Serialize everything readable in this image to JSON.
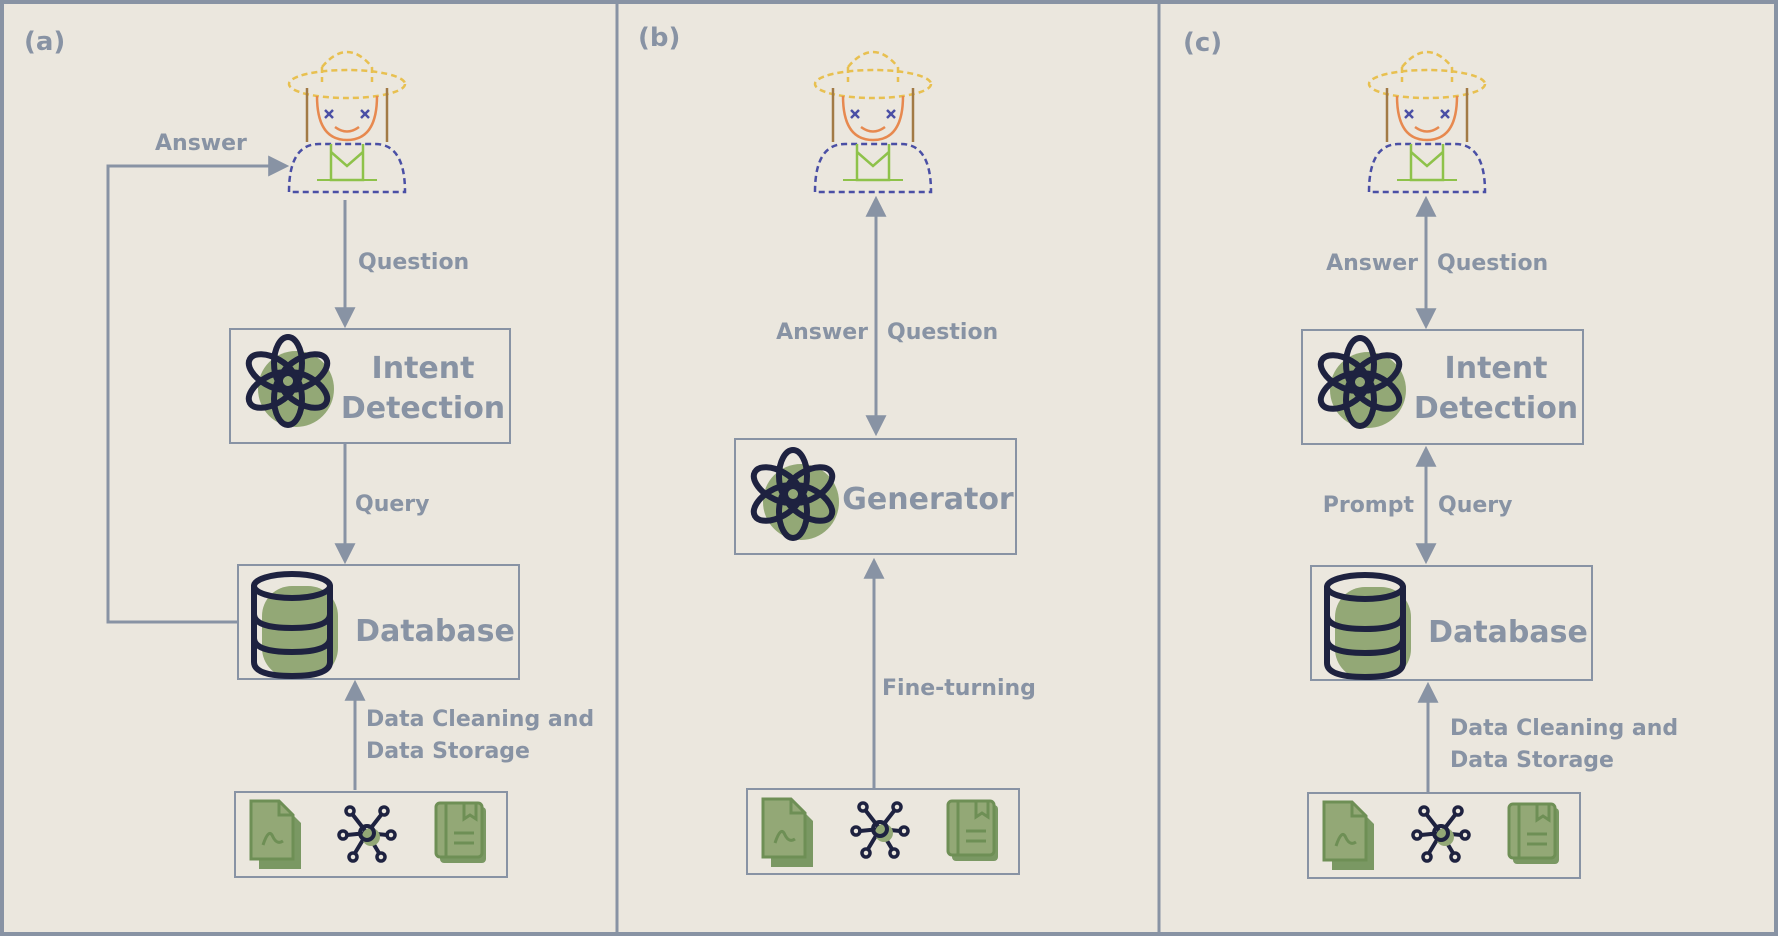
{
  "panels": [
    {
      "tag": "(a)",
      "edges": {
        "answer": "Answer",
        "question": "Question",
        "query": "Query",
        "ingest_line1": "Data Cleaning and",
        "ingest_line2": "Data Storage"
      },
      "boxes": {
        "intent_line1": "Intent",
        "intent_line2": "Detection",
        "database": "Database"
      }
    },
    {
      "tag": "(b)",
      "edges": {
        "answer": "Answer",
        "question": "Question",
        "finetune": "Fine-turning"
      },
      "boxes": {
        "generator": "Generator"
      }
    },
    {
      "tag": "(c)",
      "edges": {
        "answer": "Answer",
        "question": "Question",
        "prompt": "Prompt",
        "query": "Query",
        "ingest_line1": "Data Cleaning and",
        "ingest_line2": "Data Storage"
      },
      "boxes": {
        "intent_line1": "Intent",
        "intent_line2": "Detection",
        "database": "Database"
      }
    }
  ],
  "colors": {
    "background": "#ebe7de",
    "line": "#8893a4",
    "label": "#8893a4",
    "icon_dark": "#1e2240",
    "icon_green": "#93a876",
    "doc_green": "#6e8f55",
    "hat": "#e8c050",
    "face": "#e7894f",
    "hair": "#a27a45",
    "shirt_outline": "#4a4fa5",
    "overalls": "#8ec24a"
  }
}
